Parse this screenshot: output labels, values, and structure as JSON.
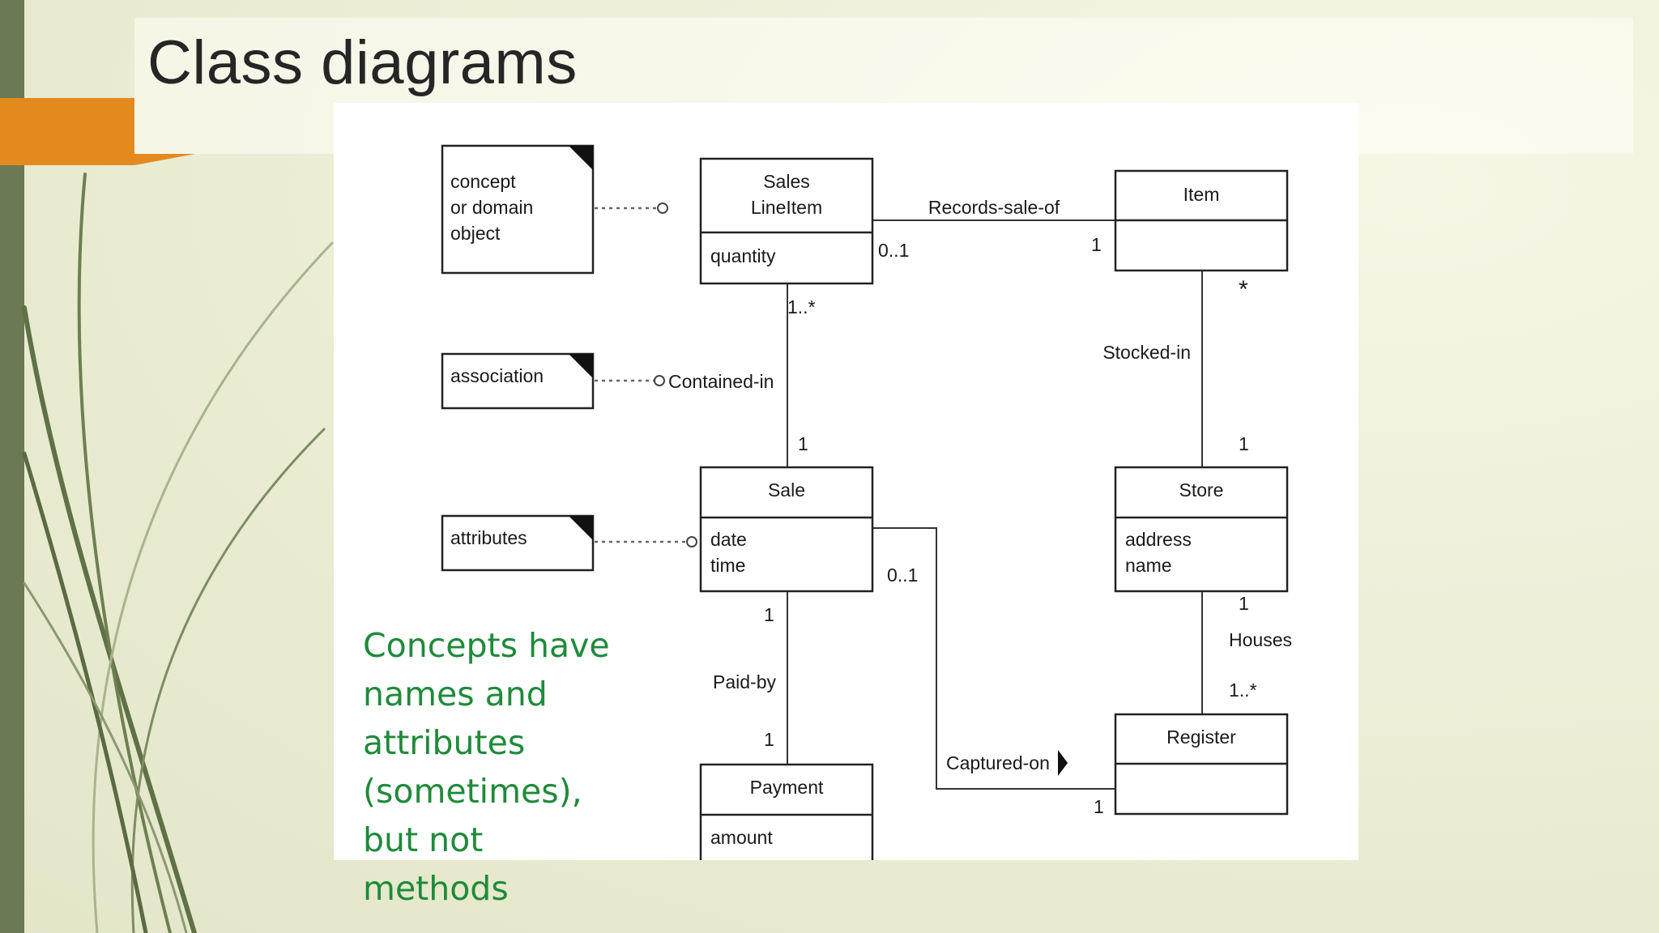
{
  "slide": {
    "title": "Class diagrams",
    "caption": "Concepts have names and attributes (sometimes), but not methods"
  },
  "colors": {
    "accent": "#e38a1f",
    "sidebar": "#6b7a55",
    "caption_text": "#1f8a3a"
  },
  "diagram": {
    "notes": {
      "concept": [
        "concept",
        "or domain",
        "object"
      ],
      "association": "association",
      "attributes": "attributes"
    },
    "classes": {
      "sales_line_item": {
        "name": [
          "Sales",
          "LineItem"
        ],
        "attributes": [
          "quantity"
        ]
      },
      "item": {
        "name": "Item",
        "attributes": []
      },
      "sale": {
        "name": "Sale",
        "attributes": [
          "date",
          "time"
        ]
      },
      "store": {
        "name": "Store",
        "attributes": [
          "address",
          "name"
        ]
      },
      "payment": {
        "name": "Payment",
        "attributes": [
          "amount"
        ]
      },
      "register": {
        "name": "Register",
        "attributes": []
      }
    },
    "associations": {
      "records_sale_of": {
        "label": "Records-sale-of",
        "mult_a": "0..1",
        "mult_b": "1"
      },
      "contained_in": {
        "label": "Contained-in",
        "mult_a": "1..*",
        "mult_b": "1"
      },
      "stocked_in": {
        "label": "Stocked-in",
        "mult_a": "*",
        "mult_b": "1"
      },
      "paid_by": {
        "label": "Paid-by",
        "mult_a": "1",
        "mult_b": "1"
      },
      "houses": {
        "label": "Houses",
        "mult_a": "1",
        "mult_b": "1..*"
      },
      "captured_on": {
        "label": "Captured-on",
        "mult_a": "0..1",
        "mult_b": "1"
      }
    }
  }
}
